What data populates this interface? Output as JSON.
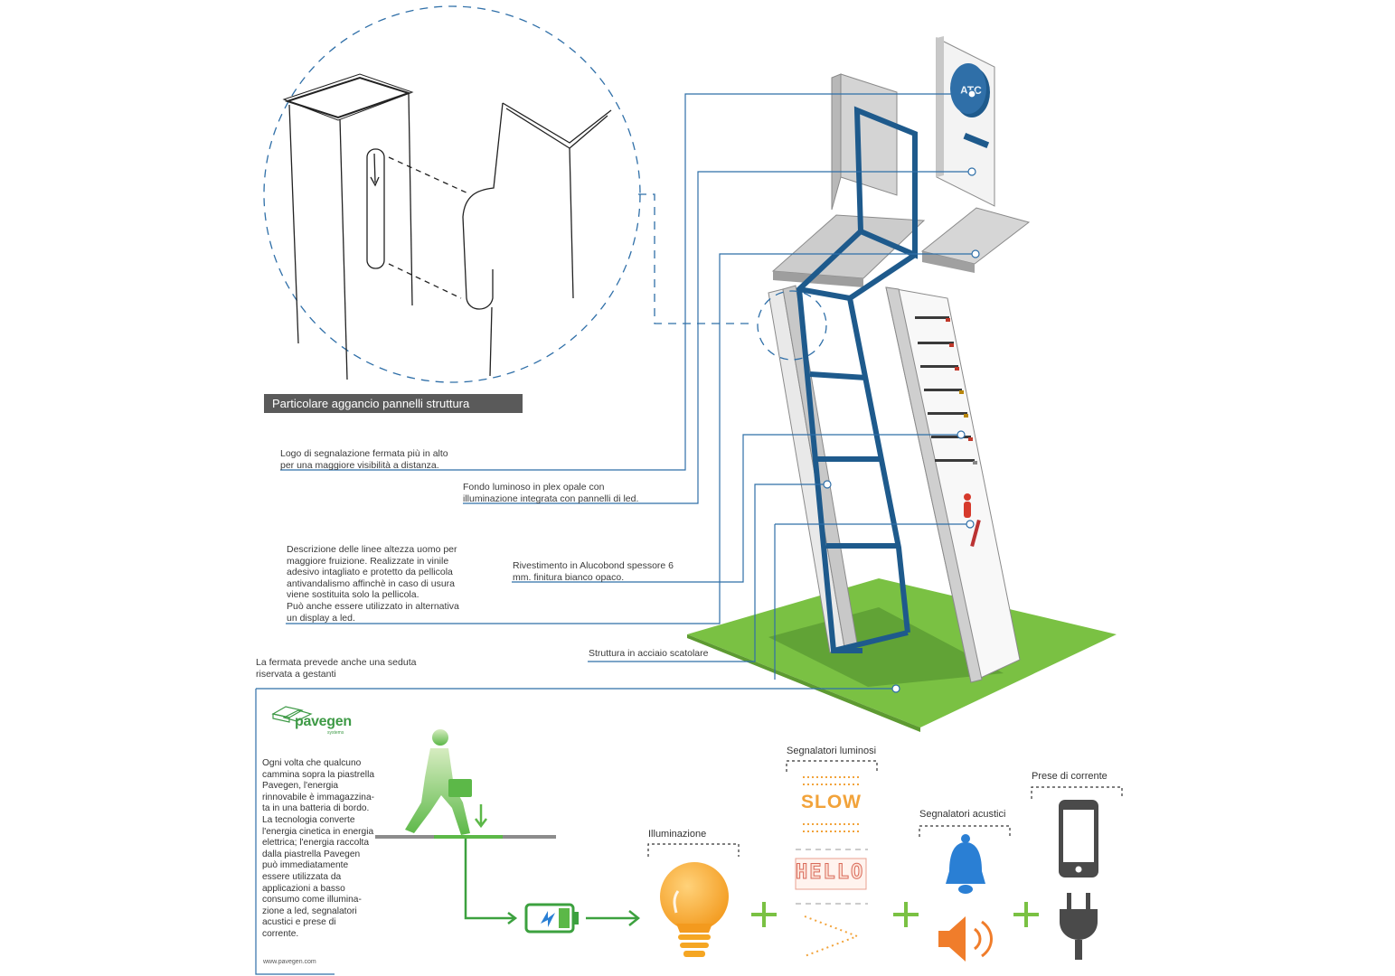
{
  "detail_caption": "Particolare aggancio pannelli struttura",
  "annotations": {
    "logo": "Logo di segnalazione fermata più in alto\nper una maggiore visibilità a distanza.",
    "fondo": "Fondo luminoso in plex opale con\nilluminazione integrata con pannelli di led.",
    "descrizione": "Descrizione delle linee altezza uomo per\nmaggiore fruizione. Realizzate in vinile\nadesivo intagliato e protetto da pellicola\nantivandalismo affinchè in caso di usura\nviene sostituita solo la pellicola.\nPuò anche essere utilizzato in alternativa\nun display a led.",
    "rivestimento": "Rivestimento in Alucobond spessore 6\nmm. finitura bianco opaco.",
    "struttura": "Struttura in acciaio scatolare",
    "seduta": "La fermata prevede anche una seduta\nriservata a gestanti"
  },
  "pavegen": {
    "logo_text": "pavegen",
    "logo_sub": "systems",
    "description": "Ogni volta che qualcuno\ncammina sopra la piastrella\nPavegen, l'energia\nrinnovabile è immagazzina-\nta in una batteria di bordo.\n La tecnologia converte\nl'energia cinetica in energia\nelettrica; l'energia raccolta\ndalla piastrella Pavegen\npuò immediatamente\nessere utilizzata da\napplicazioni a basso\nconsumo come illumina-\nzione a led, segnalatori\nacustici e prese di\ncorrente.",
    "url": "www.pavegen.com"
  },
  "applications": {
    "illuminazione": "Illuminazione",
    "segnalatori_luminosi": "Segnalatori luminosi",
    "segnalatori_acustici": "Segnalatori acustici",
    "prese": "Prese di corrente",
    "sign_slow": "SLOW",
    "sign_hello": "HELLO",
    "plus": "+"
  },
  "colors": {
    "frame_blue": "#1e5a8c",
    "leader_blue": "#2f6fa8",
    "grass_green": "#7ac143",
    "pavegen_green": "#3ca13f",
    "bulb_orange": "#f5a623",
    "bell_blue": "#2a7fd4",
    "speaker_orange": "#f07d2b"
  },
  "icons": [
    "battery-icon",
    "light-bulb-icon",
    "bell-icon",
    "speaker-icon",
    "smartphone-icon",
    "power-plug-icon",
    "walking-man-icon"
  ]
}
